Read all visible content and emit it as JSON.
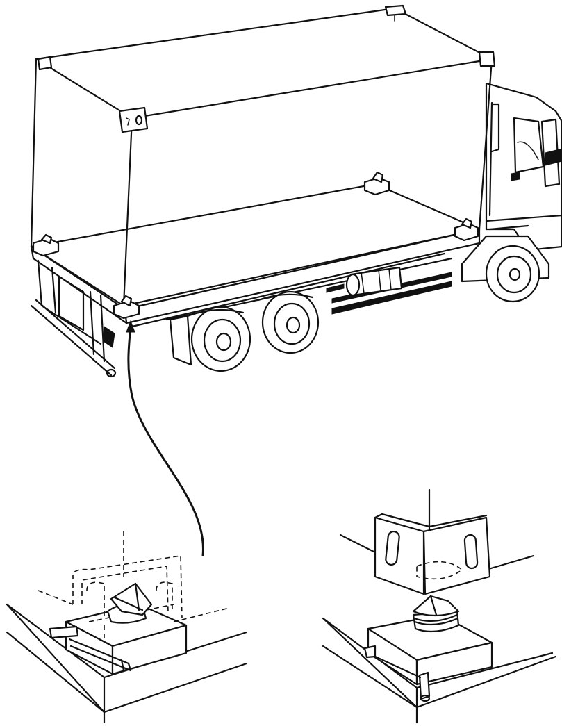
{
  "figure": {
    "kind": "technical line illustration",
    "colors": {
      "ink": "#111111",
      "paper": "#ffffff"
    },
    "parts": [
      "truck-cab",
      "container-body",
      "flatbed-chassis",
      "twist-lock-detail-locked",
      "twist-lock-detail-unlocked"
    ]
  }
}
